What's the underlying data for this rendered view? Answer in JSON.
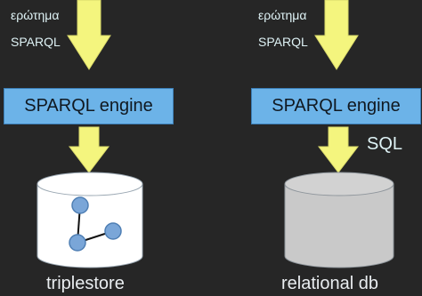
{
  "left": {
    "query_label": "ερώτημα",
    "query_lang": "SPARQL",
    "engine_label": "SPARQL engine",
    "store_label": "triplestore"
  },
  "right": {
    "query_label": "ερώτημα",
    "query_lang": "SPARQL",
    "engine_label": "SPARQL engine",
    "sql_label": "SQL",
    "store_label": "relational db"
  },
  "colors": {
    "background": "#262626",
    "arrow": "#f4f57e",
    "engine_box": "#6cb3e8",
    "triplestore_fill": "#ffffff",
    "relational_fill": "#c9c9c9",
    "graph_node": "#7aa6d8"
  },
  "icons": {
    "arrow": "down-arrow-icon",
    "triplestore": "database-cylinder-icon",
    "relational": "database-cylinder-icon",
    "graph": "graph-network-icon"
  }
}
